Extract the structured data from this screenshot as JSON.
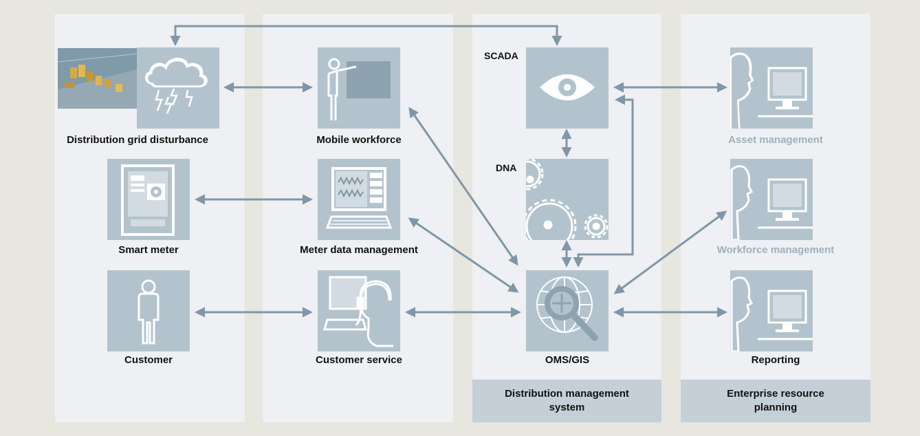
{
  "columns": {
    "erp_footer": "Enterprise resource planning",
    "dms_footer_line1": "Distribution management",
    "dms_footer_line2": "system"
  },
  "nodes": {
    "grid_disturbance": "Distribution grid disturbance",
    "smart_meter": "Smart meter",
    "customer": "Customer",
    "mobile_workforce": "Mobile workforce",
    "meter_data_management": "Meter data management",
    "customer_service": "Customer service",
    "scada": "SCADA",
    "dna": "DNA",
    "oms_gis": "OMS/GIS",
    "asset_management": "Asset management",
    "workforce_management": "Workforce management",
    "reporting": "Reporting"
  },
  "colors": {
    "background": "#e7e6df",
    "column": "#eef0f3",
    "tile": "#b3c3cd",
    "footer": "#c4cfd7",
    "arrow": "#7f97a6",
    "muted_label": "#9fb1bd"
  }
}
